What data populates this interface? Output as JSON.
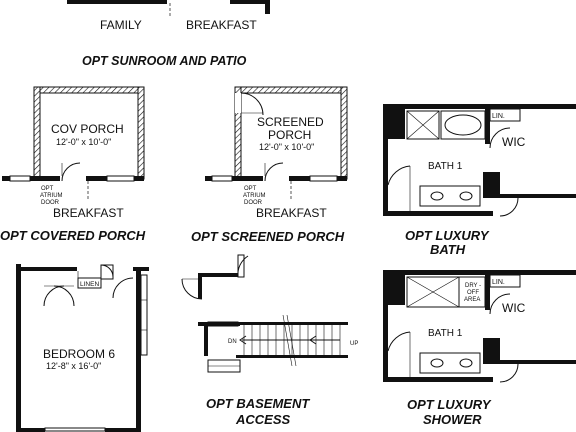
{
  "top": {
    "family": "FAMILY",
    "breakfast": "BREAKFAST"
  },
  "sunroom_heading": "OPT SUNROOM AND PATIO",
  "covered_porch": {
    "room_name": "COV PORCH",
    "room_dims": "12'-0\" x 10'-0\"",
    "door_note": [
      "OPT",
      "ATRIUM",
      "DOOR"
    ],
    "below": "BREAKFAST",
    "caption": "OPT COVERED PORCH"
  },
  "screened_porch": {
    "room_name": [
      "SCREENED",
      "PORCH"
    ],
    "room_dims": "12'-0\" x 10'-0\"",
    "door_note": [
      "OPT",
      "ATRIUM",
      "DOOR"
    ],
    "below": "BREAKFAST",
    "caption": "OPT SCREENED PORCH"
  },
  "luxury_bath": {
    "lin": "LIN.",
    "wic": "WIC",
    "bath": "BATH 1",
    "caption": [
      "OPT LUXURY",
      "BATH"
    ]
  },
  "bedroom": {
    "linen": "LINEN",
    "room_name": "BEDROOM 6",
    "room_dims": "12'-8\" x 16'-0\""
  },
  "basement": {
    "dn": "DN",
    "up": "UP",
    "caption": [
      "OPT BASEMENT",
      "ACCESS"
    ]
  },
  "luxury_shower": {
    "lin": "LIN.",
    "dryoff": [
      "DRY -",
      "OFF",
      "AREA"
    ],
    "wic": "WIC",
    "bath": "BATH 1",
    "caption": [
      "OPT LUXURY",
      "SHOWER"
    ]
  }
}
